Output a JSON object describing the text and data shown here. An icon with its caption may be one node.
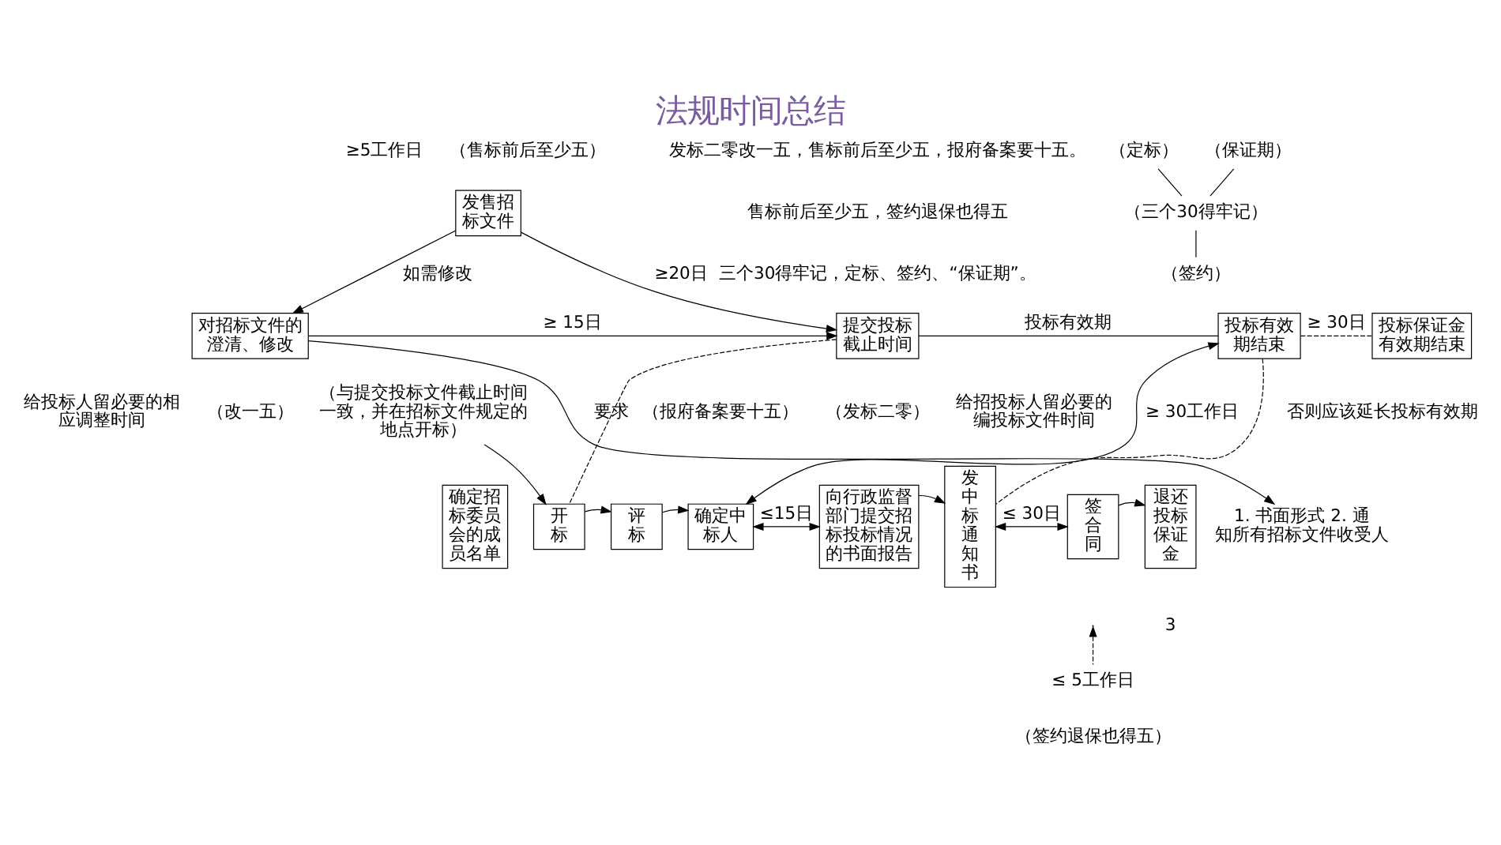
{
  "diagram": {
    "title": "法规时间总结",
    "nodes": [
      {
        "text": [
          "提交投标截止时间"
        ]
      },
      {
        "text": [
          "投标有效期结束"
        ]
      },
      {
        "text": [
          "投标保证金有效期结束"
        ]
      },
      {
        "text": [
          "发售招标文件"
        ]
      },
      {
        "text": [
          "对招标文件的澄清、修改"
        ]
      },
      {
        "text": [
          "确定招标委员会的成员名单"
        ]
      },
      {
        "text": [
          "开标"
        ]
      },
      {
        "text": [
          "评标"
        ]
      },
      {
        "text": [
          "确定中标人"
        ]
      },
      {
        "text": [
          "向行政监督部门提交招标投标情况的书面报告"
        ]
      },
      {
        "text": [
          "发中标通知书"
        ]
      },
      {
        "text": [
          "签合同"
        ]
      },
      {
        "text": [
          "退还投标保证金"
        ]
      },
      {
        "text": [
          "1. 书面形式 2. 通知所有招标文件收受人"
        ]
      },
      {
        "text": [
          "（与提交投标文件截止时间一致，并在招标文件规定的地点开标）"
        ]
      },
      {
        "text": [
          "（定标）"
        ]
      },
      {
        "text": [
          "（三个30得牢记）"
        ]
      },
      {
        "text": [
          "（保证期）"
        ]
      },
      {
        "text": [
          "（签约）"
        ]
      },
      {
        "text": [
          "≤ 5工作日"
        ]
      }
    ],
    "edges": [
      {
        "from": 0,
        "to": 1,
        "arrow": "none",
        "label": "投标有效期"
      },
      {
        "from": 1,
        "to": 2,
        "arrow": "none",
        "style": "dashed",
        "label": "≥ 30日"
      },
      {
        "from": 3,
        "to": 0,
        "arrow": "to",
        "label": "≥20日"
      },
      {
        "from": 3,
        "to": 4,
        "arrow": "to",
        "label": "如需修改"
      },
      {
        "from": 4,
        "to": 0,
        "arrow": "to",
        "label": "≥ 15日"
      },
      {
        "from": 4,
        "to": 13,
        "arrow": "to",
        "label": "要求"
      },
      {
        "from": 0,
        "to": 6,
        "arrow": "none",
        "style": "dashed"
      },
      {
        "from": 14,
        "to": 6,
        "arrow": "to"
      },
      {
        "from": 6,
        "to": 7,
        "arrow": "to"
      },
      {
        "from": 7,
        "to": 8,
        "arrow": "to"
      },
      {
        "from": 8,
        "to": 1,
        "arrow": "both",
        "label": "≥ 30工作日"
      },
      {
        "from": 8,
        "to": 9,
        "arrow": "both",
        "label": "≤15日"
      },
      {
        "from": 9,
        "to": 10,
        "arrow": "to"
      },
      {
        "from": 1,
        "to": 10,
        "arrow": "none",
        "style": "dashed"
      },
      {
        "from": 10,
        "to": 11,
        "arrow": "both",
        "label": "≤ 30日"
      },
      {
        "from": 11,
        "to": 12,
        "arrow": "to"
      },
      {
        "from": 19,
        "to": null,
        "arrow": "to",
        "style": "dashed"
      },
      {
        "from": 15,
        "to": 16,
        "arrow": "none"
      },
      {
        "from": 17,
        "to": 16,
        "arrow": "none"
      },
      {
        "from": 16,
        "to": 18,
        "arrow": "none"
      }
    ],
    "labels": [
      "发标二零改一五，售标前后至少五，报府备案要十五。",
      "售标前后至少五，签约退保也得五",
      "三个30得牢记，定标、签约、“保证期”。",
      "（售标前后至少五）",
      "≥5工作日",
      "（发标二零）",
      "给招投标人留必要的编投标文件时间",
      "（改一五）",
      "给投标人留必要的相应调整时间",
      "否则应该延长投标有效期",
      "（报府备案要十五）",
      "（签约退保也得五）",
      "3"
    ]
  }
}
